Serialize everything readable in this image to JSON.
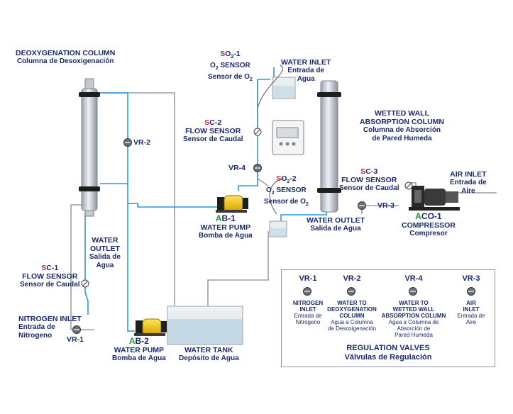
{
  "colors": {
    "text": "#1a2a6c",
    "sensor_prefix": "#d8202a",
    "equipment_prefix": "#1e9a3a",
    "water_line": "#2a9ad6",
    "gas_line": "#9aa0a8"
  },
  "deoxygenation_column": {
    "title": "DEOXYGENATION COLUMN",
    "subtitle": "Columna de Desoxigenación"
  },
  "so2_1": {
    "prefix": "S",
    "code": "O",
    "sub": "2",
    "suffix": "-1",
    "line1": "O",
    "line1_sub": "2",
    "line1_rest": " SENSOR",
    "line2": "Sensor de O",
    "line2_sub": "2"
  },
  "water_inlet": {
    "title": "WATER INLET",
    "line2": "Entrada de",
    "line3": "Agua"
  },
  "wetted_wall": {
    "line1": "WETTED WALL",
    "line2": "ABSORPTION COLUMN",
    "line3": "Columna de Absorción",
    "line4": "de Pared Humeda"
  },
  "vr2": {
    "label": "VR-2"
  },
  "sc2": {
    "prefix": "S",
    "code": "C-2",
    "title": "FLOW SENSOR",
    "subtitle": "Sensor de Caudal"
  },
  "vr4": {
    "label": "VR-4"
  },
  "so2_2": {
    "prefix": "S",
    "code": "O",
    "sub": "2",
    "suffix": "-2",
    "line1": "O",
    "line1_sub": "2",
    "line1_rest": " SENSOR",
    "line2": "Sensor de O",
    "line2_sub": "2"
  },
  "sc3": {
    "prefix": "S",
    "code": "C-3",
    "title": "FLOW SENSOR",
    "subtitle": "Sensor de Caudal"
  },
  "air_inlet": {
    "title": "AIR INLET",
    "line2": "Entrada de",
    "line3": "Aire"
  },
  "vr3": {
    "label": "VR-3"
  },
  "aco1": {
    "prefix": "A",
    "code": "CO-1",
    "title": "COMPRESSOR",
    "subtitle": "Compresor"
  },
  "ab1": {
    "prefix": "A",
    "code": "B-1",
    "title": "WATER PUMP",
    "subtitle": "Bomba de Agua"
  },
  "water_outlet_right": {
    "title": "WATER OUTLET",
    "subtitle": "Salida de Agua"
  },
  "water_outlet_left": {
    "line1": "WATER",
    "line2": "OUTLET",
    "line3": "Salida de",
    "line4": "Agua"
  },
  "sc1": {
    "prefix": "S",
    "code": "C-1",
    "title": "FLOW SENSOR",
    "subtitle": "Sensor de Caudal"
  },
  "nitrogen_inlet": {
    "title": "NITROGEN INLET",
    "line2": "Entrada de",
    "line3": "Nitrogeno"
  },
  "vr1": {
    "label": "VR-1"
  },
  "ab2": {
    "prefix": "A",
    "code": "B-2",
    "title": "WATER PUMP",
    "subtitle": "Bomba de Agua"
  },
  "water_tank": {
    "title": "WATER TANK",
    "subtitle": "Depósito de Agua"
  },
  "legend": {
    "title": "REGULATION VALVES",
    "subtitle": "Válvulas de Regulación",
    "items": [
      {
        "code": "VR-1",
        "en": [
          "NITROGEN",
          "INLET"
        ],
        "es": [
          "Entrada de",
          "Nitrogeno"
        ]
      },
      {
        "code": "VR-2",
        "en": [
          "WATER TO",
          "DEOXYGENATION",
          "COLUMN"
        ],
        "es": [
          "Agua a Columna",
          "de Desoxigenación"
        ]
      },
      {
        "code": "VR-4",
        "en": [
          "WATER TO",
          "WETTED WALL",
          "ABSORPTION COLUMN"
        ],
        "es": [
          "Agua a Columna de",
          "Absorción de",
          "Pared Humeda"
        ]
      },
      {
        "code": "VR-3",
        "en": [
          "AIR",
          "INLET"
        ],
        "es": [
          "Entrada de",
          "Aire"
        ]
      }
    ]
  }
}
